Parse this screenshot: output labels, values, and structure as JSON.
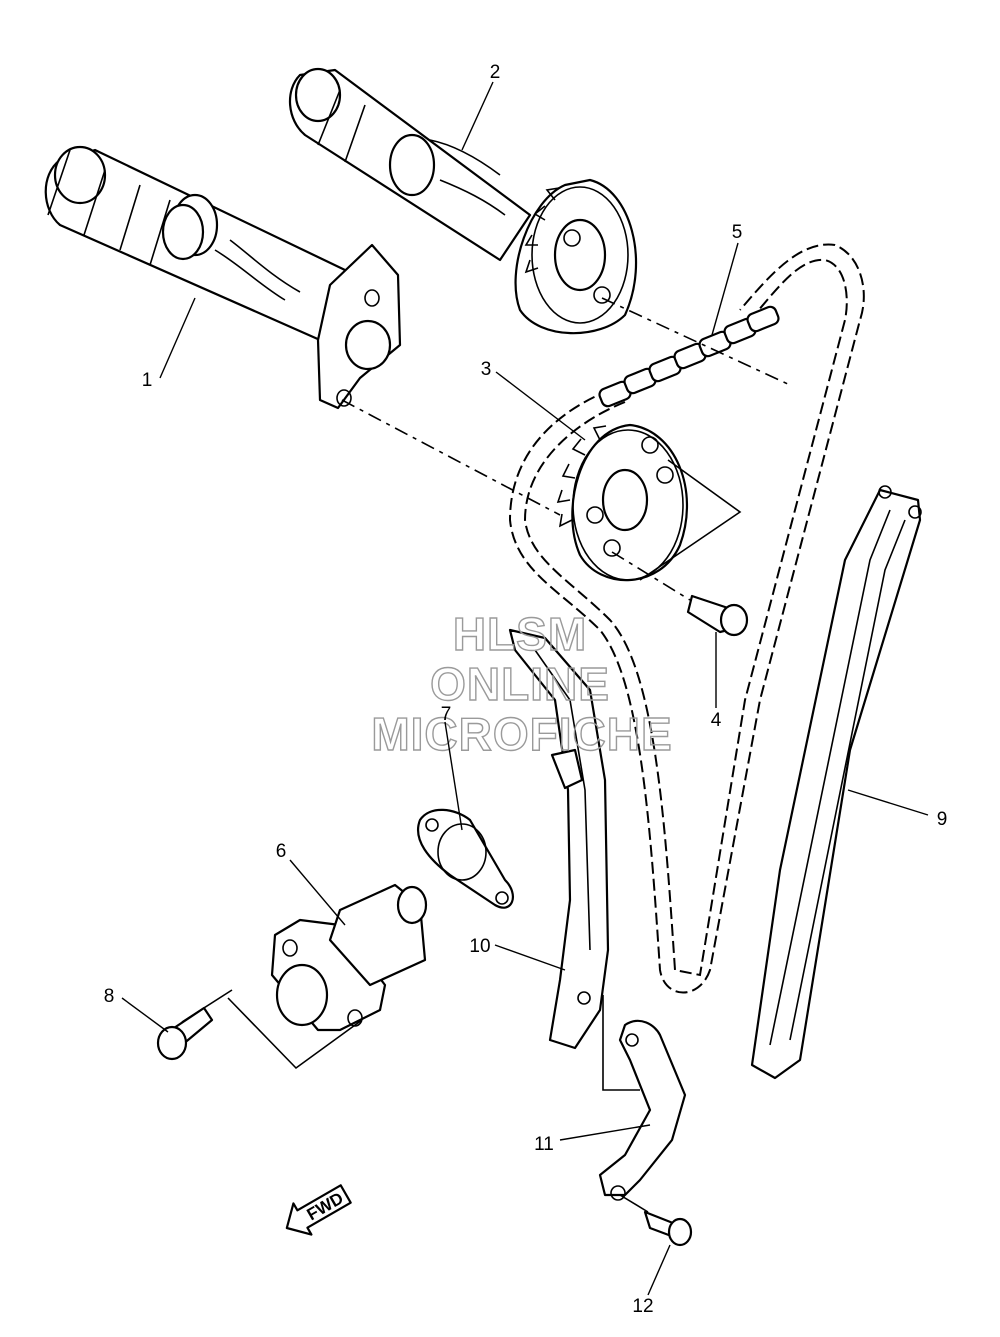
{
  "watermark": {
    "line1": "HLSM",
    "line2": "ONLINE",
    "line3": "MICROFICHE"
  },
  "direction_label": "FWD",
  "callouts": [
    "1",
    "2",
    "3",
    "4",
    "5",
    "6",
    "7",
    "8",
    "9",
    "10",
    "11",
    "12"
  ]
}
